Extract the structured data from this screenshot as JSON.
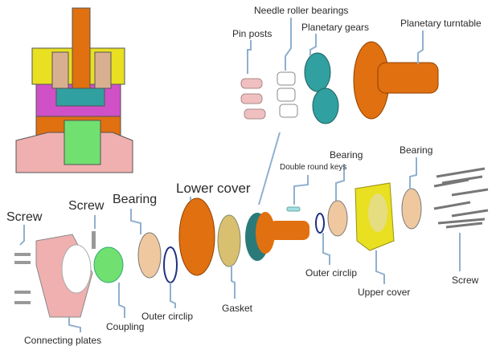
{
  "labels": {
    "needle_roller_bearings": "Needle roller bearings",
    "pin_posts": "Pin posts",
    "planetary_gears": "Planetary gears",
    "planetary_turntable": "Planetary turntable",
    "double_round_keys": "Double round keys",
    "bearing_mid": "Bearing",
    "bearing_right": "Bearing",
    "lower_cover": "Lower cover",
    "screw_left": "Screw",
    "screw_mid": "Screw",
    "bearing_left": "Bearing",
    "outer_circlip_right": "Outer circlip",
    "screw_right": "Screw",
    "upper_cover": "Upper cover",
    "gasket": "Gasket",
    "outer_circlip_left": "Outer circlip",
    "coupling": "Coupling",
    "connecting_plates": "Connecting plates"
  },
  "colors": {
    "leader_line": "#8fb0d0",
    "yellow": "#e8e020",
    "orange": "#e07010",
    "magenta": "#d050c8",
    "green": "#70e070",
    "pink": "#f0b0b0",
    "teal": "#30a0a0",
    "bearing": "#f0c8a0"
  }
}
